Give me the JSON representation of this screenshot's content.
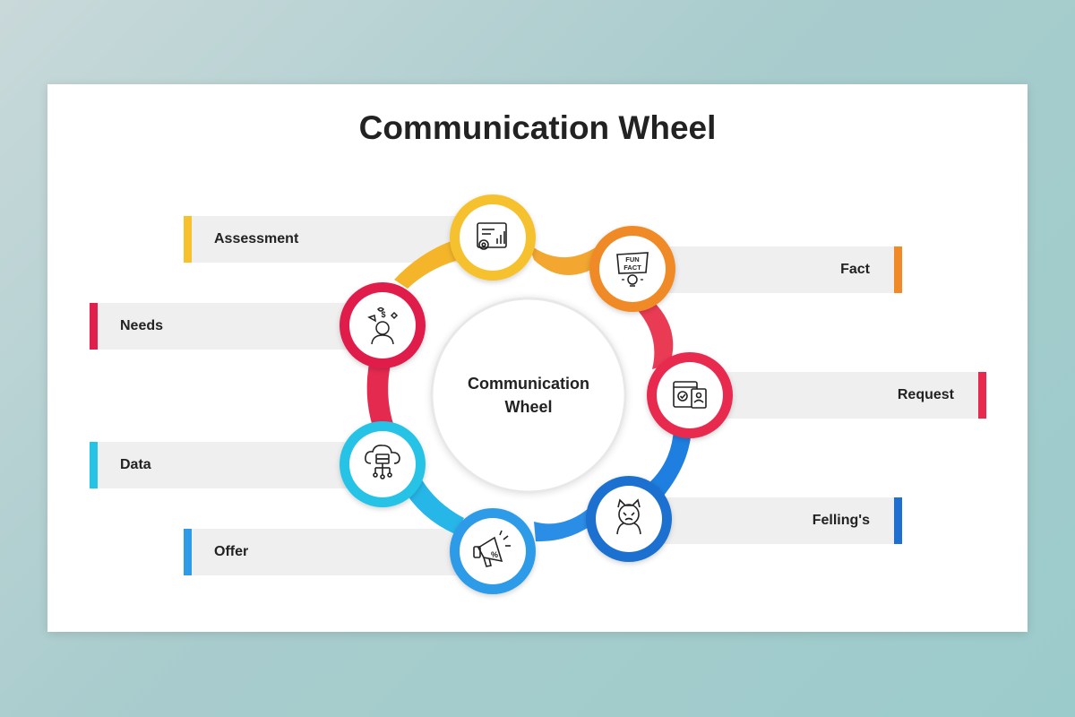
{
  "title": "Communication Wheel",
  "center": {
    "line1": "Communication",
    "line2": "Wheel"
  },
  "nodes": [
    {
      "label": "Assessment",
      "color": "#f6c12d",
      "icon": "report-gear-icon"
    },
    {
      "label": "Fact",
      "color": "#ef8a27",
      "icon": "fun-fact-bulb-icon"
    },
    {
      "label": "Request",
      "color": "#e8294f",
      "icon": "profile-document-icon"
    },
    {
      "label": "Felling's",
      "color": "#1f6fd0",
      "icon": "stressed-person-icon"
    },
    {
      "label": "Offer",
      "color": "#2e9be8",
      "icon": "megaphone-discount-icon"
    },
    {
      "label": "Data",
      "color": "#25c3e6",
      "icon": "cloud-server-icon"
    },
    {
      "label": "Needs",
      "color": "#e01f4c",
      "icon": "person-ideas-icon"
    }
  ]
}
